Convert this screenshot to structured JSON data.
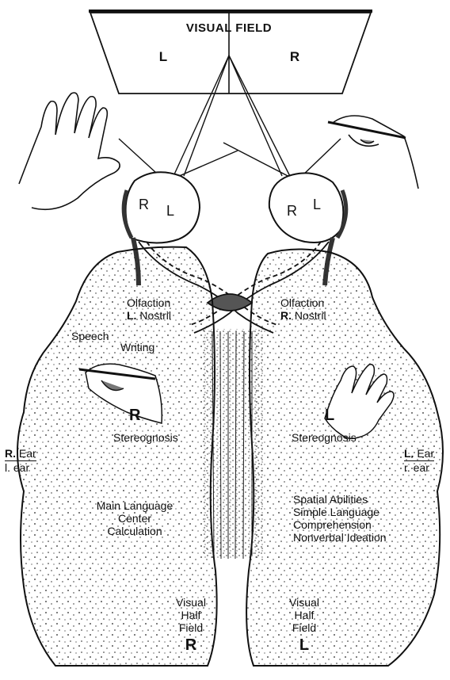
{
  "visual_field": {
    "title": "VISUAL FIELD",
    "left_label": "L",
    "right_label": "R"
  },
  "eyes": {
    "left_eye": {
      "r": "R",
      "l": "L"
    },
    "right_eye": {
      "r": "R",
      "l": "L"
    }
  },
  "left_hemisphere": {
    "olfaction": "Olfaction",
    "nostril_bold": "L.",
    "nostril_rest": " Nostril",
    "speech": "Speech",
    "writing": "Writing",
    "hand_letter": "R",
    "stereognosis": "Stereognosis",
    "ear_bold": "R.",
    "ear_rest": " Ear",
    "ear_den": "l. ear",
    "language": [
      "Main Language",
      "Center",
      "Calculation"
    ],
    "visual_half_field": [
      "Visual",
      "Half",
      "Field"
    ],
    "field_letter": "R"
  },
  "right_hemisphere": {
    "olfaction": "Olfaction",
    "nostril_bold": "R.",
    "nostril_rest": " Nostril",
    "hand_letter": "L",
    "stereognosis": "Stereognosis",
    "ear_bold": "L.",
    "ear_rest": " Ear",
    "ear_den": "r. ear",
    "abilities": [
      "Spatial Abilities",
      "Simple Language",
      "Comprehension",
      "Nonverbal Ideation"
    ],
    "visual_half_field": [
      "Visual",
      "Half",
      "Field"
    ],
    "field_letter": "L"
  }
}
